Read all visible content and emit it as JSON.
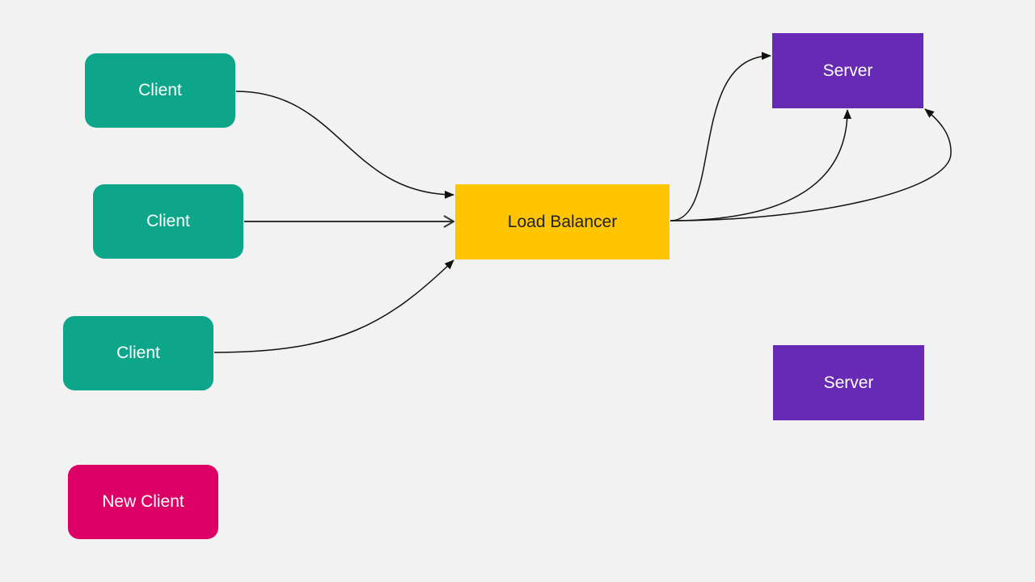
{
  "diagram": {
    "clients": [
      {
        "label": "Client"
      },
      {
        "label": "Client"
      },
      {
        "label": "Client"
      }
    ],
    "new_client": {
      "label": "New Client"
    },
    "load_balancer": {
      "label": "Load Balancer"
    },
    "servers": [
      {
        "label": "Server"
      },
      {
        "label": "Server"
      }
    ],
    "colors": {
      "background": "#f2f2f2",
      "client": "#0ea68a",
      "new_client": "#dc0066",
      "load_balancer": "#ffc500",
      "server": "#662ab4",
      "arrow": "#111111"
    },
    "connections": [
      {
        "from": "Client",
        "to": "Load Balancer"
      },
      {
        "from": "Client",
        "to": "Load Balancer"
      },
      {
        "from": "Client",
        "to": "Load Balancer"
      },
      {
        "from": "Load Balancer",
        "to": "Server"
      },
      {
        "from": "Load Balancer",
        "to": "Server"
      },
      {
        "from": "Load Balancer",
        "to": "Server"
      }
    ]
  }
}
